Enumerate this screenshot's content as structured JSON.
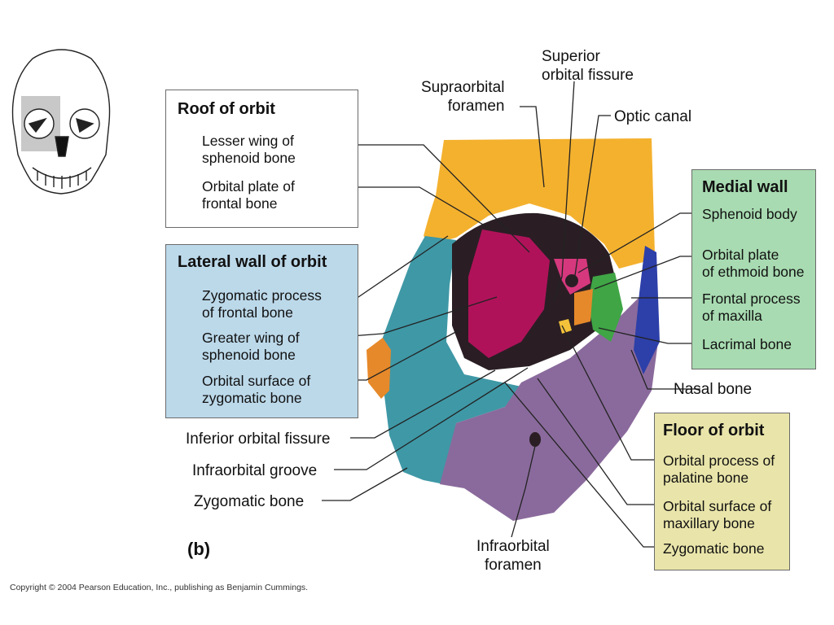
{
  "panel_letter": "(b)",
  "copyright": "Copyright © 2004 Pearson Education, Inc., publishing as Benjamin Cummings.",
  "groups": {
    "roof": {
      "title": "Roof of orbit",
      "items": [
        "Lesser wing of\nsphenoid bone",
        "Orbital plate of\nfrontal bone"
      ]
    },
    "lateral": {
      "title": "Lateral wall of orbit",
      "items": [
        "Zygomatic process\nof frontal bone",
        "Greater wing of\nsphenoid bone",
        "Orbital surface of\nzygomatic bone"
      ]
    },
    "medial": {
      "title": "Medial wall",
      "items": [
        "Sphenoid body",
        "Orbital plate\nof ethmoid bone",
        "Frontal process\nof maxilla",
        "Lacrimal bone"
      ]
    },
    "floor": {
      "title": "Floor of orbit",
      "items": [
        "Orbital process of\npalatine bone",
        "Orbital surface of\nmaxillary bone",
        "Zygomatic bone"
      ]
    }
  },
  "labels": {
    "supraorbital_foramen": "Supraorbital\nforamen",
    "superior_orbital_fissure": "Superior\norbital fissure",
    "optic_canal": "Optic canal",
    "nasal_bone": "Nasal bone",
    "inferior_orbital_fissure": "Inferior orbital fissure",
    "infraorbital_groove": "Infraorbital groove",
    "zygomatic_bone": "Zygomatic bone",
    "infraorbital_foramen": "Infraorbital\nforamen"
  },
  "colors": {
    "frontal": "#f4b12e",
    "zygomatic": "#3f98a6",
    "greater_wing": "#b0125a",
    "maxilla": "#8a6a9c",
    "ethmoid": "#3fa545",
    "nasal": "#2d3fa8",
    "lacrimal": "#e6892a",
    "orbit_dark": "#2a1e24",
    "lateral_box": "#bcd9ea",
    "medial_box": "#a8dbb1",
    "floor_box": "#e9e5aa"
  }
}
